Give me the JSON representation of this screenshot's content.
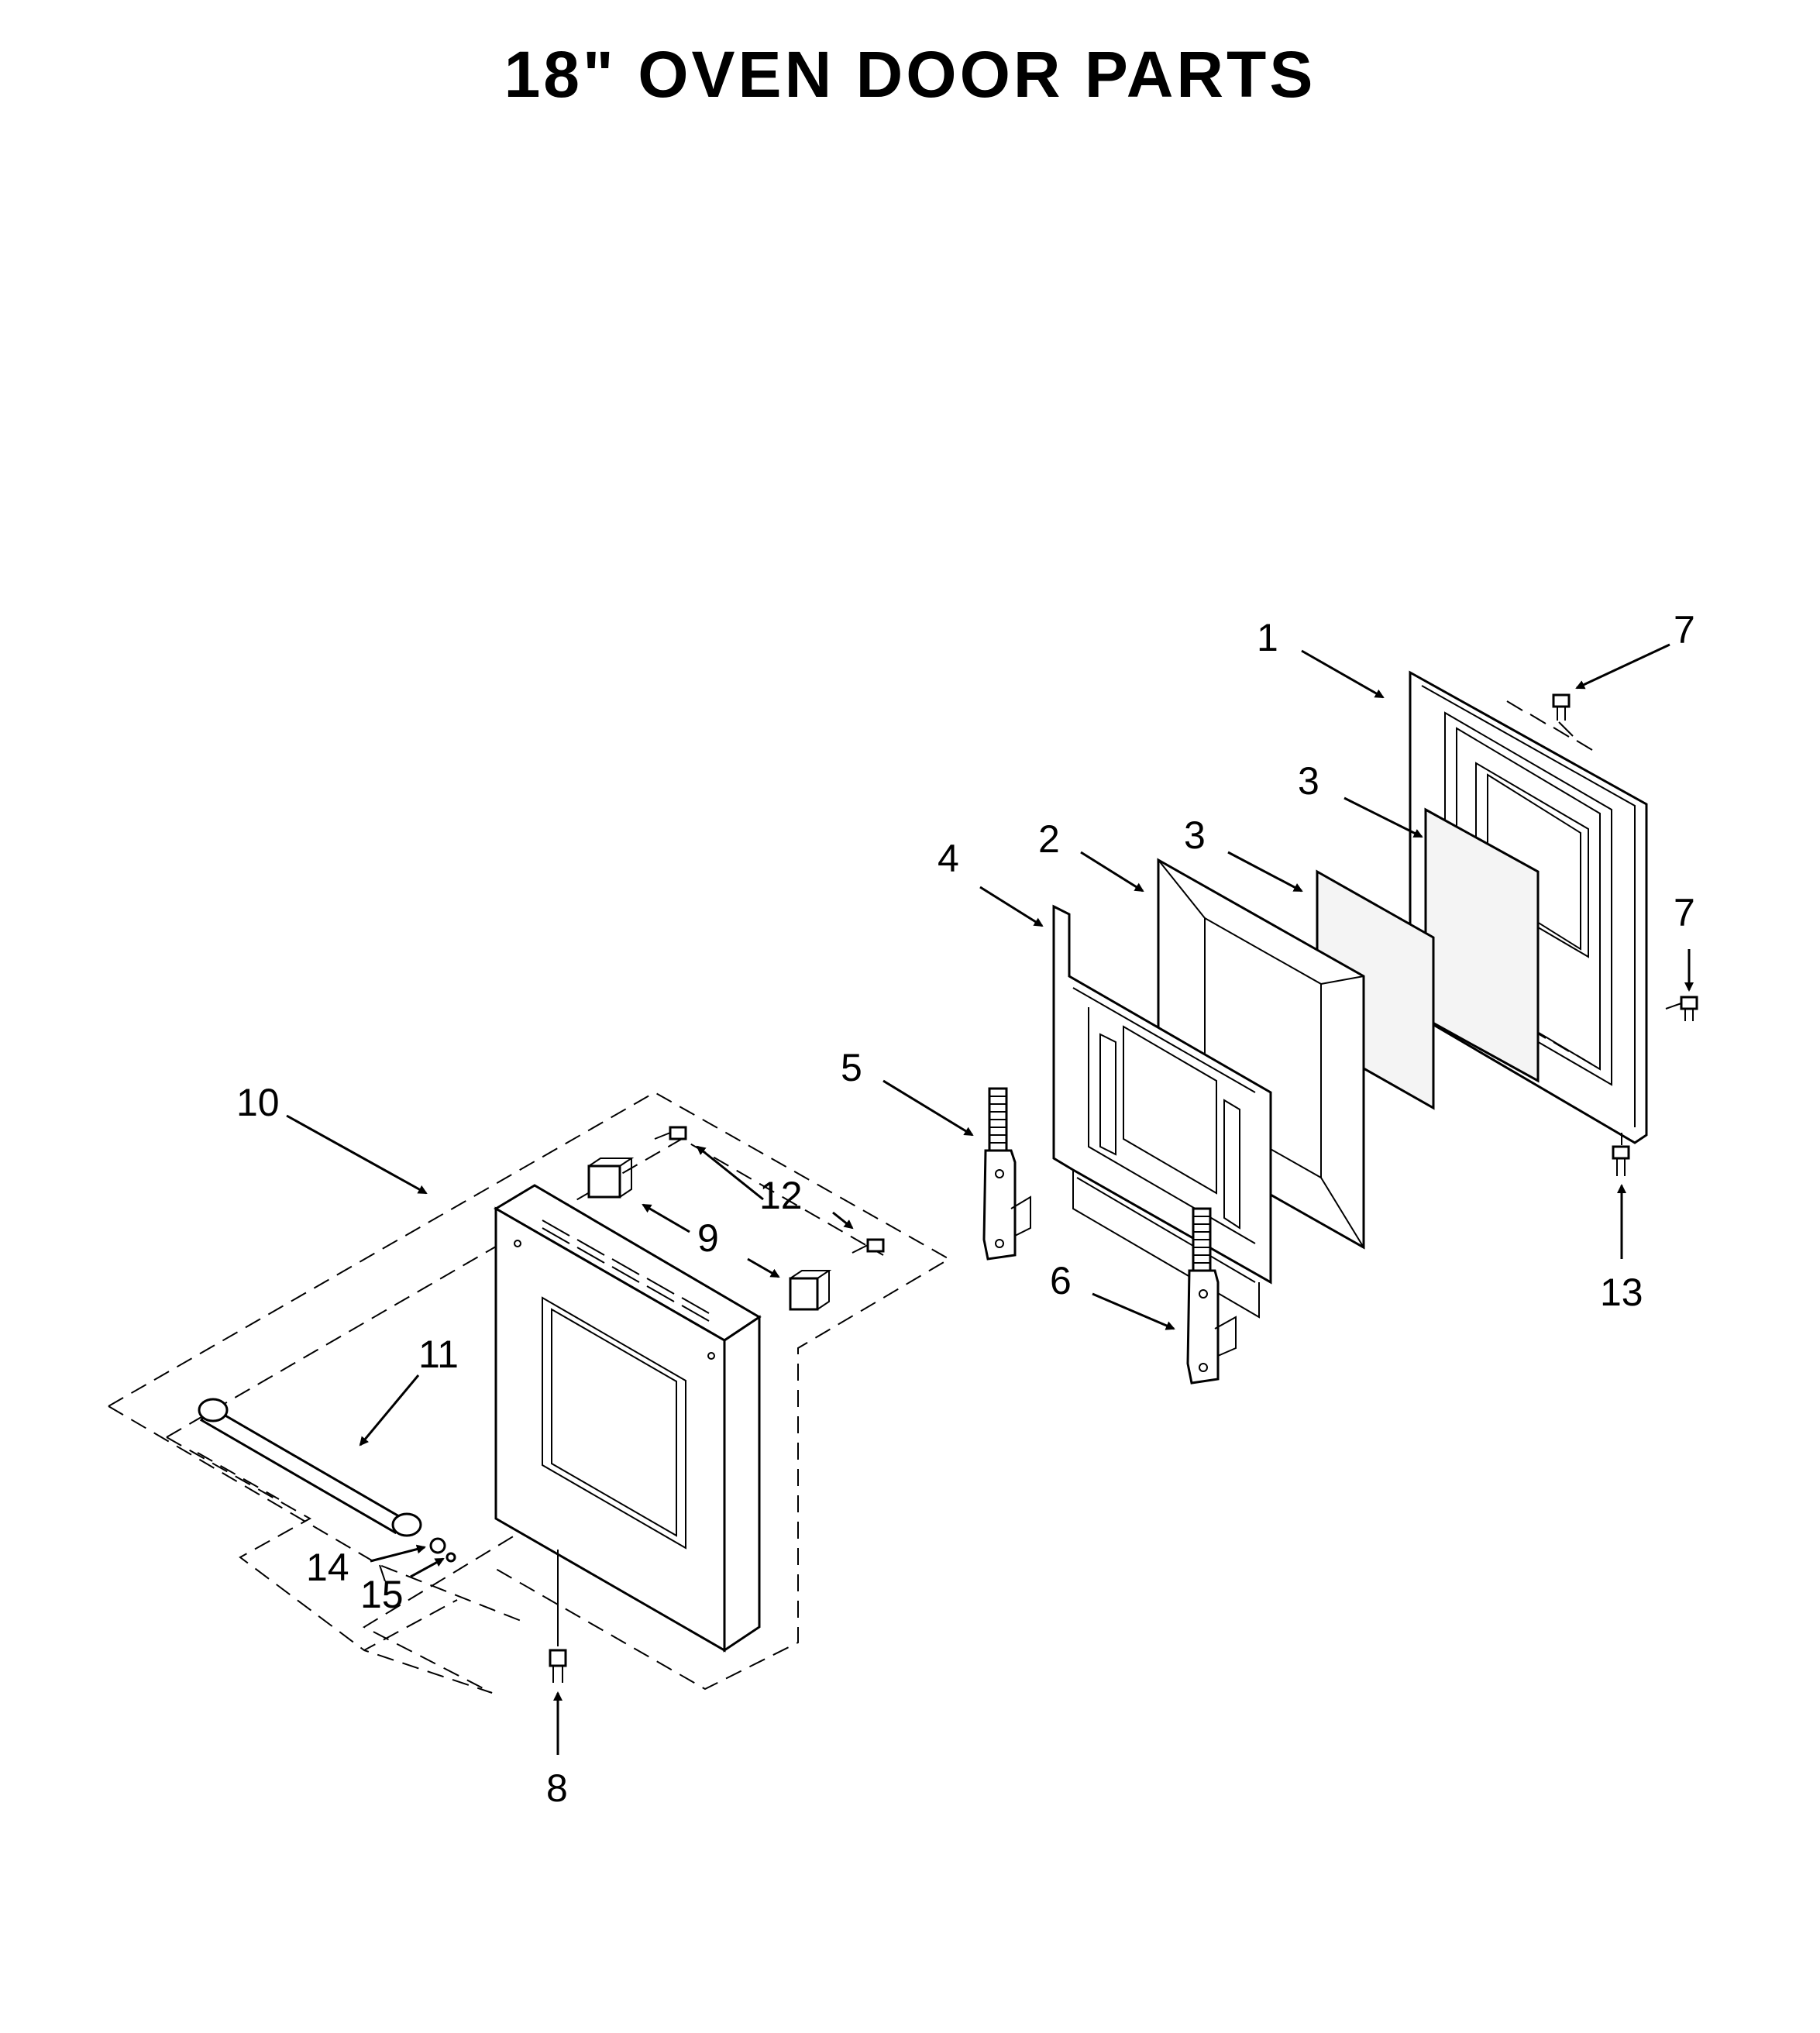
{
  "title": "18\" OVEN DOOR PARTS",
  "callouts": [
    "1",
    "2",
    "3",
    "3",
    "4",
    "5",
    "6",
    "7",
    "7",
    "8",
    "9",
    "10",
    "11",
    "12",
    "13",
    "14",
    "15"
  ],
  "colors": {
    "line": "#000000",
    "background": "#ffffff"
  }
}
